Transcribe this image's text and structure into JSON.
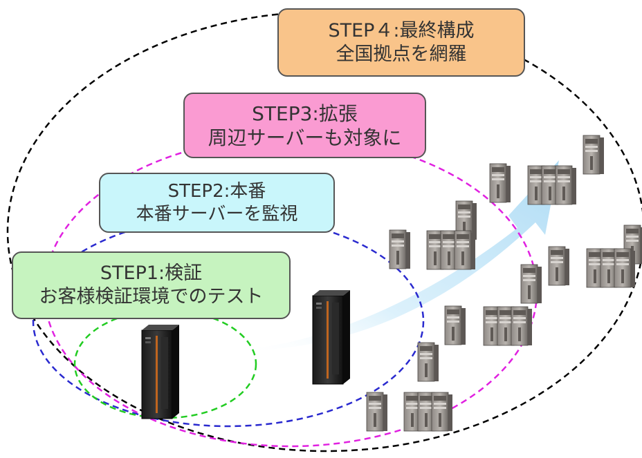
{
  "steps": [
    {
      "id": "step4",
      "title": "STEP４:最終構成",
      "subtitle": "全国拠点を網羅",
      "fill": "#F9C48A"
    },
    {
      "id": "step3",
      "title": "STEP3:拡張",
      "subtitle": "周辺サーバーも対象に",
      "fill": "#FA9BD2"
    },
    {
      "id": "step2",
      "title": "STEP2:本番",
      "subtitle": "本番サーバーを監視",
      "fill": "#C9F6FB"
    },
    {
      "id": "step1",
      "title": "STEP1:検証",
      "subtitle": "お客様検証環境でのテスト",
      "fill": "#C6F3BF"
    }
  ],
  "colors": {
    "step4_ring": "#000000",
    "step3_ring": "#E020E0",
    "step2_ring": "#2A2ACF",
    "step1_ring": "#22CC22",
    "arrow": "#A9D9F4"
  },
  "icons": {
    "rack_server": "rack-server-icon",
    "tower_server": "tower-server-icon",
    "growth_arrow": "growth-arrow-icon"
  }
}
